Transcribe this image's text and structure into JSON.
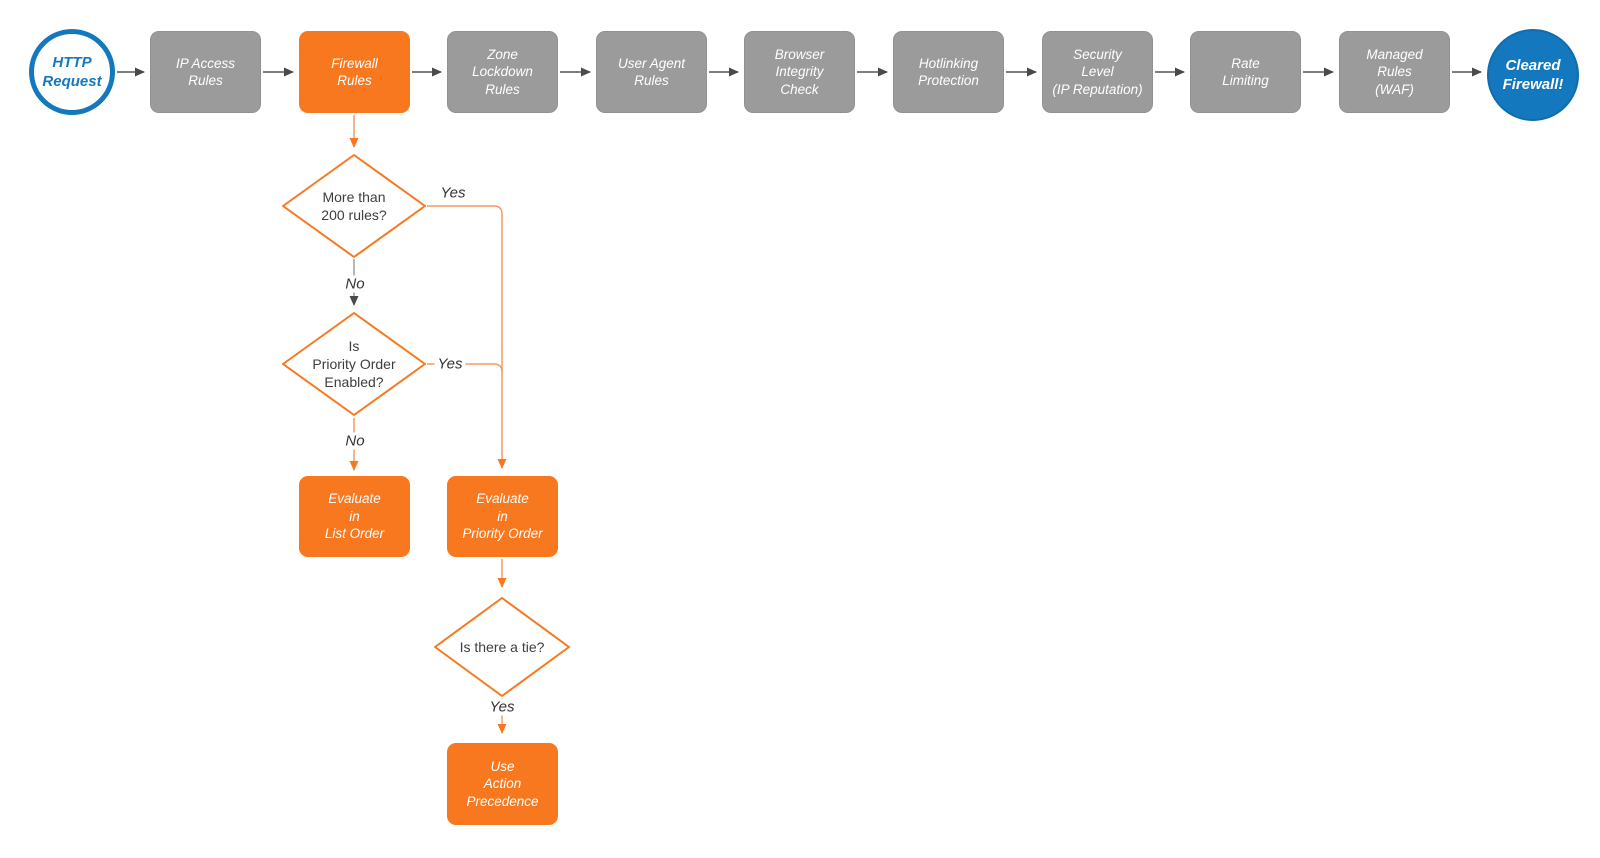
{
  "colors": {
    "background": "#FFFFFF",
    "accent_orange": "#F8781F",
    "connector_orange": "#F49A66",
    "step_gray": "#9B9B9B",
    "brand_blue": "#1478BE",
    "connector_dark": "#555555",
    "decision_text": "#3E3E3E"
  },
  "start": {
    "lines": [
      "HTTP",
      "Request"
    ]
  },
  "pipeline": [
    {
      "lines": [
        "IP Access",
        "Rules"
      ],
      "highlighted": false
    },
    {
      "lines": [
        "Firewall",
        "Rules"
      ],
      "highlighted": true
    },
    {
      "lines": [
        "Zone",
        "Lockdown",
        "Rules"
      ],
      "highlighted": false
    },
    {
      "lines": [
        "User Agent",
        "Rules"
      ],
      "highlighted": false
    },
    {
      "lines": [
        "Browser",
        "Integrity",
        "Check"
      ],
      "highlighted": false
    },
    {
      "lines": [
        "Hotlinking",
        "Protection"
      ],
      "highlighted": false
    },
    {
      "lines": [
        "Security",
        "Level",
        "(IP Reputation)"
      ],
      "highlighted": false
    },
    {
      "lines": [
        "Rate",
        "Limiting"
      ],
      "highlighted": false
    },
    {
      "lines": [
        "Managed",
        "Rules",
        "(WAF)"
      ],
      "highlighted": false
    }
  ],
  "end": {
    "lines": [
      "Cleared",
      "Firewall!"
    ]
  },
  "decisions": [
    {
      "lines": [
        "More than",
        "200 rules?"
      ]
    },
    {
      "lines": [
        "Is",
        "Priority Order",
        "Enabled?"
      ]
    },
    {
      "lines": [
        "Is there a tie?"
      ]
    }
  ],
  "outcomes": [
    {
      "lines": [
        "Evaluate",
        "in",
        "List Order"
      ]
    },
    {
      "lines": [
        "Evaluate",
        "in",
        "Priority Order"
      ]
    },
    {
      "lines": [
        "Use",
        "Action",
        "Precedence"
      ]
    }
  ],
  "edge_labels": {
    "decision1_yes": "Yes",
    "decision1_no": "No",
    "decision2_yes": "Yes",
    "decision2_no": "No",
    "decision3_yes": "Yes"
  }
}
